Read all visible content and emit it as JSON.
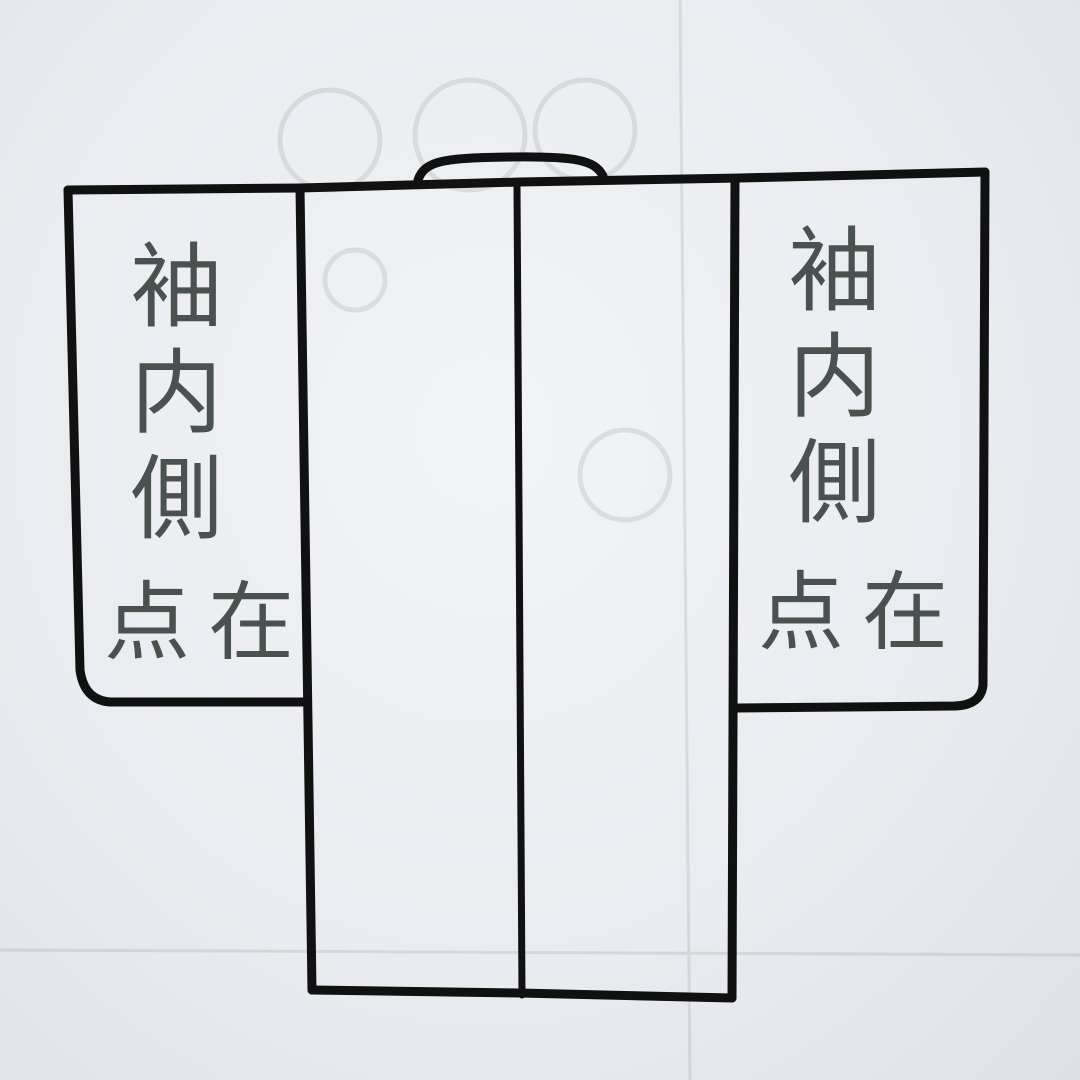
{
  "colors": {
    "paper": "#e9ecf0",
    "outline": "#111111",
    "handwriting": "#4a5250"
  },
  "left_sleeve": {
    "label_vertical": "袖内側",
    "label_horizontal": "点在"
  },
  "right_sleeve": {
    "label_vertical": "袖内側",
    "label_horizontal": "点在"
  }
}
